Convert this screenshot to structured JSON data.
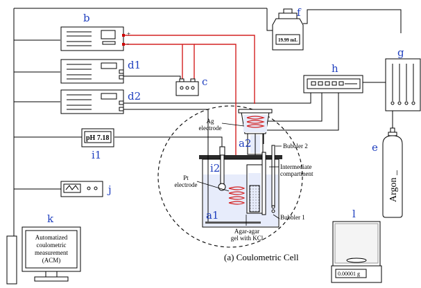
{
  "labels": {
    "b": "b",
    "c": "c",
    "d1": "d1",
    "d2": "d2",
    "e": "e",
    "f": "f",
    "g": "g",
    "h": "h",
    "i1": "i1",
    "i2": "i2",
    "j": "j",
    "k": "k",
    "l": "l",
    "a1": "a1",
    "a2": "a2"
  },
  "displays": {
    "burette": "19.99 mL",
    "ph_meter": "pH 7.18",
    "balance": "0.00001 g"
  },
  "annotations": {
    "ag_electrode": [
      "Ag",
      "electrode"
    ],
    "pt_electrode": [
      "Pt",
      "electrode"
    ],
    "bubbler2": "Bubbler 2",
    "bubbler1": "Bubbler 1",
    "intermediate": [
      "Intermediate",
      "compartment"
    ],
    "agar": [
      "Agar-agar",
      "gel with KCl"
    ],
    "argon": "Argon _"
  },
  "computer": [
    "Automatized",
    "coulometric",
    "measurement",
    "(ACM)"
  ],
  "caption": "(a) Coulometric Cell",
  "polarity": {
    "plus": "+",
    "minus": "-"
  }
}
